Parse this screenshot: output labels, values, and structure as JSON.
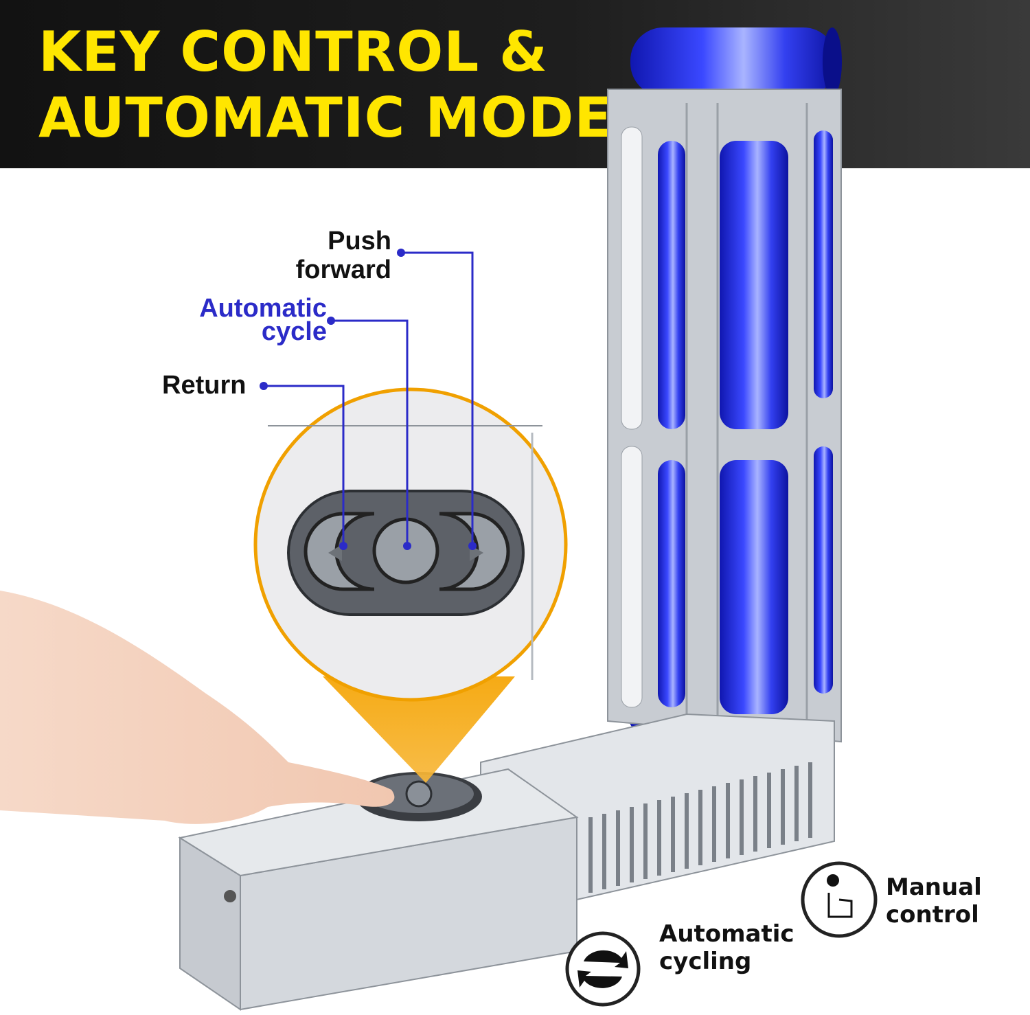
{
  "headline": {
    "line1": "KEY CONTROL &",
    "line2": "AUTOMATIC MODE"
  },
  "buttons": {
    "push": {
      "line1": "Push",
      "line2": "forward"
    },
    "auto": {
      "line1": "Automatic",
      "line2": "cycle"
    },
    "return": {
      "label": "Return"
    }
  },
  "modes": {
    "manual": {
      "line1": "Manual",
      "line2": "control",
      "icon": "hand-press-icon"
    },
    "auto": {
      "line1": "Automatic",
      "line2": "cycling",
      "icon": "cycle-arrows-icon"
    }
  },
  "colors": {
    "headline": "#ffe600",
    "callout": "#2b2bc8",
    "highlight": "#f0a000",
    "cans": "#2a33e0"
  }
}
